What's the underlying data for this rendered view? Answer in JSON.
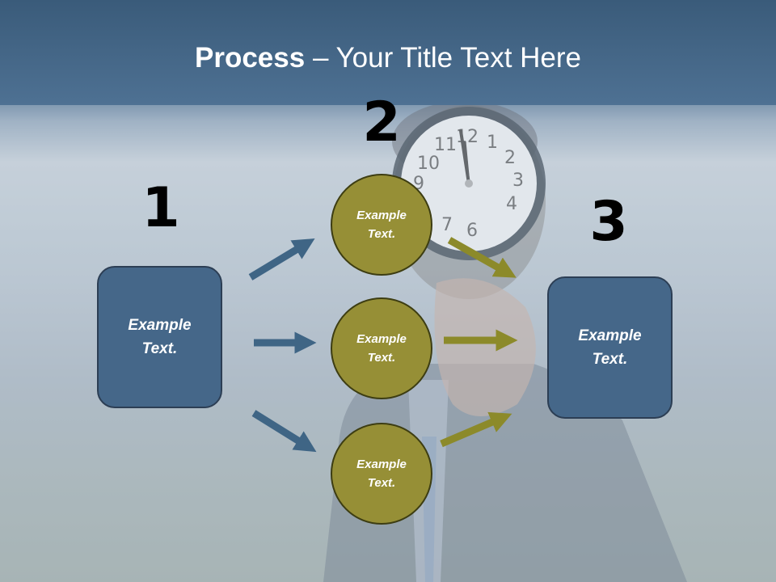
{
  "slide": {
    "title_bold": "Process",
    "title_rest": " – Your Title Text Here",
    "steps": [
      {
        "number": "1",
        "text": "Example Text."
      },
      {
        "number": "2",
        "items": [
          "Example Text.",
          "Example Text.",
          "Example Text."
        ]
      },
      {
        "number": "3",
        "text": "Example Text."
      }
    ],
    "photo_icon": "businessman-holding-alarm-clock",
    "clock_numerals": [
      "12",
      "1",
      "2",
      "3",
      "4",
      "6",
      "7",
      "9",
      "10",
      "11"
    ]
  },
  "colors": {
    "box_fill": "#456789",
    "circle_fill": "#968f36",
    "blue_arrow": "#3f6585",
    "olive_arrow": "#8c8a2a",
    "title_band": "#4b6e90"
  }
}
